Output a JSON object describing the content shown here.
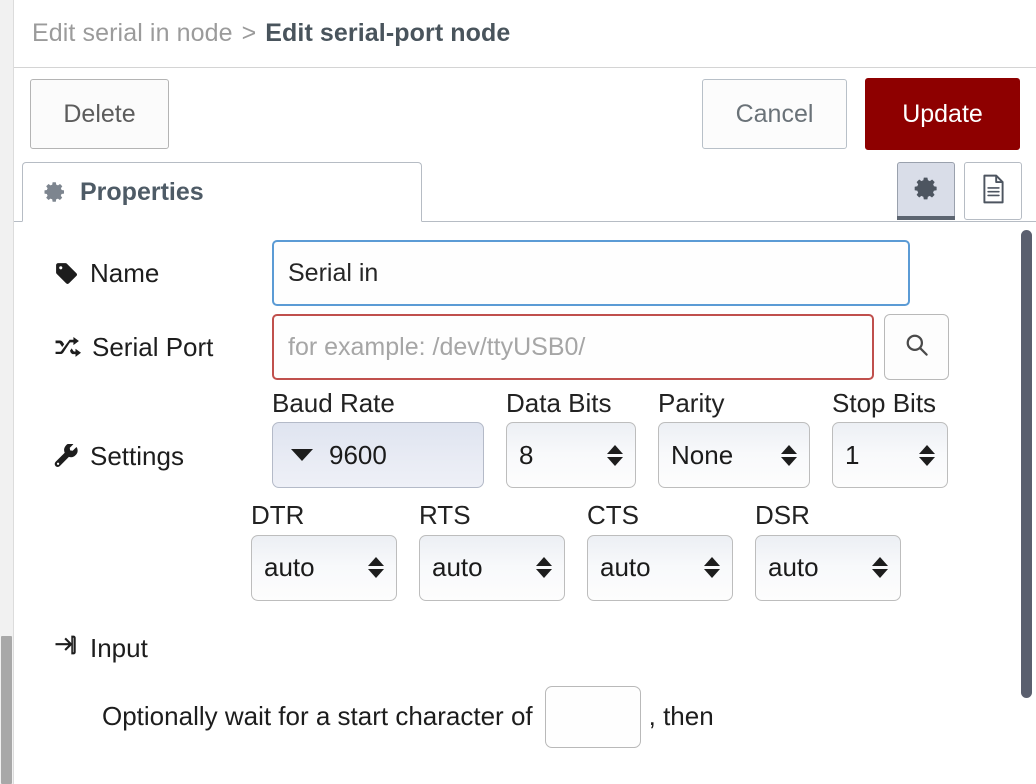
{
  "breadcrumb": {
    "previous": "Edit serial in node",
    "separator": ">",
    "current": "Edit serial-port node"
  },
  "buttons": {
    "delete": "Delete",
    "cancel": "Cancel",
    "update": "Update"
  },
  "tabs": {
    "properties": {
      "label": "Properties",
      "icon": "gear-icon"
    },
    "actions": [
      {
        "icon": "gear-icon",
        "active": true
      },
      {
        "icon": "document-icon",
        "active": false
      }
    ]
  },
  "form": {
    "name": {
      "label": "Name",
      "icon": "tag-icon",
      "value": "Serial in",
      "placeholder": "Name"
    },
    "serial_port": {
      "label": "Serial Port",
      "icon": "shuffle-icon",
      "value": "",
      "placeholder": "for example: /dev/ttyUSB0/",
      "search_icon": "search-icon"
    },
    "settings": {
      "label": "Settings",
      "icon": "wrench-icon",
      "fields": [
        {
          "label": "Baud Rate",
          "value": "9600"
        },
        {
          "label": "Data Bits",
          "value": "8"
        },
        {
          "label": "Parity",
          "value": "None"
        },
        {
          "label": "Stop Bits",
          "value": "1"
        }
      ],
      "flow": [
        {
          "label": "DTR",
          "value": "auto"
        },
        {
          "label": "RTS",
          "value": "auto"
        },
        {
          "label": "CTS",
          "value": "auto"
        },
        {
          "label": "DSR",
          "value": "auto"
        }
      ]
    },
    "input_section": {
      "label": "Input",
      "icon": "sign-in-icon",
      "text_before": "Optionally wait for a start character of",
      "start_char_value": "",
      "text_after": ", then"
    }
  },
  "colors": {
    "update_button": "#8e0000",
    "focus_border": "#5b9bd5",
    "error_border": "#c0504d",
    "tab_active_bg": "#d9dde8"
  }
}
